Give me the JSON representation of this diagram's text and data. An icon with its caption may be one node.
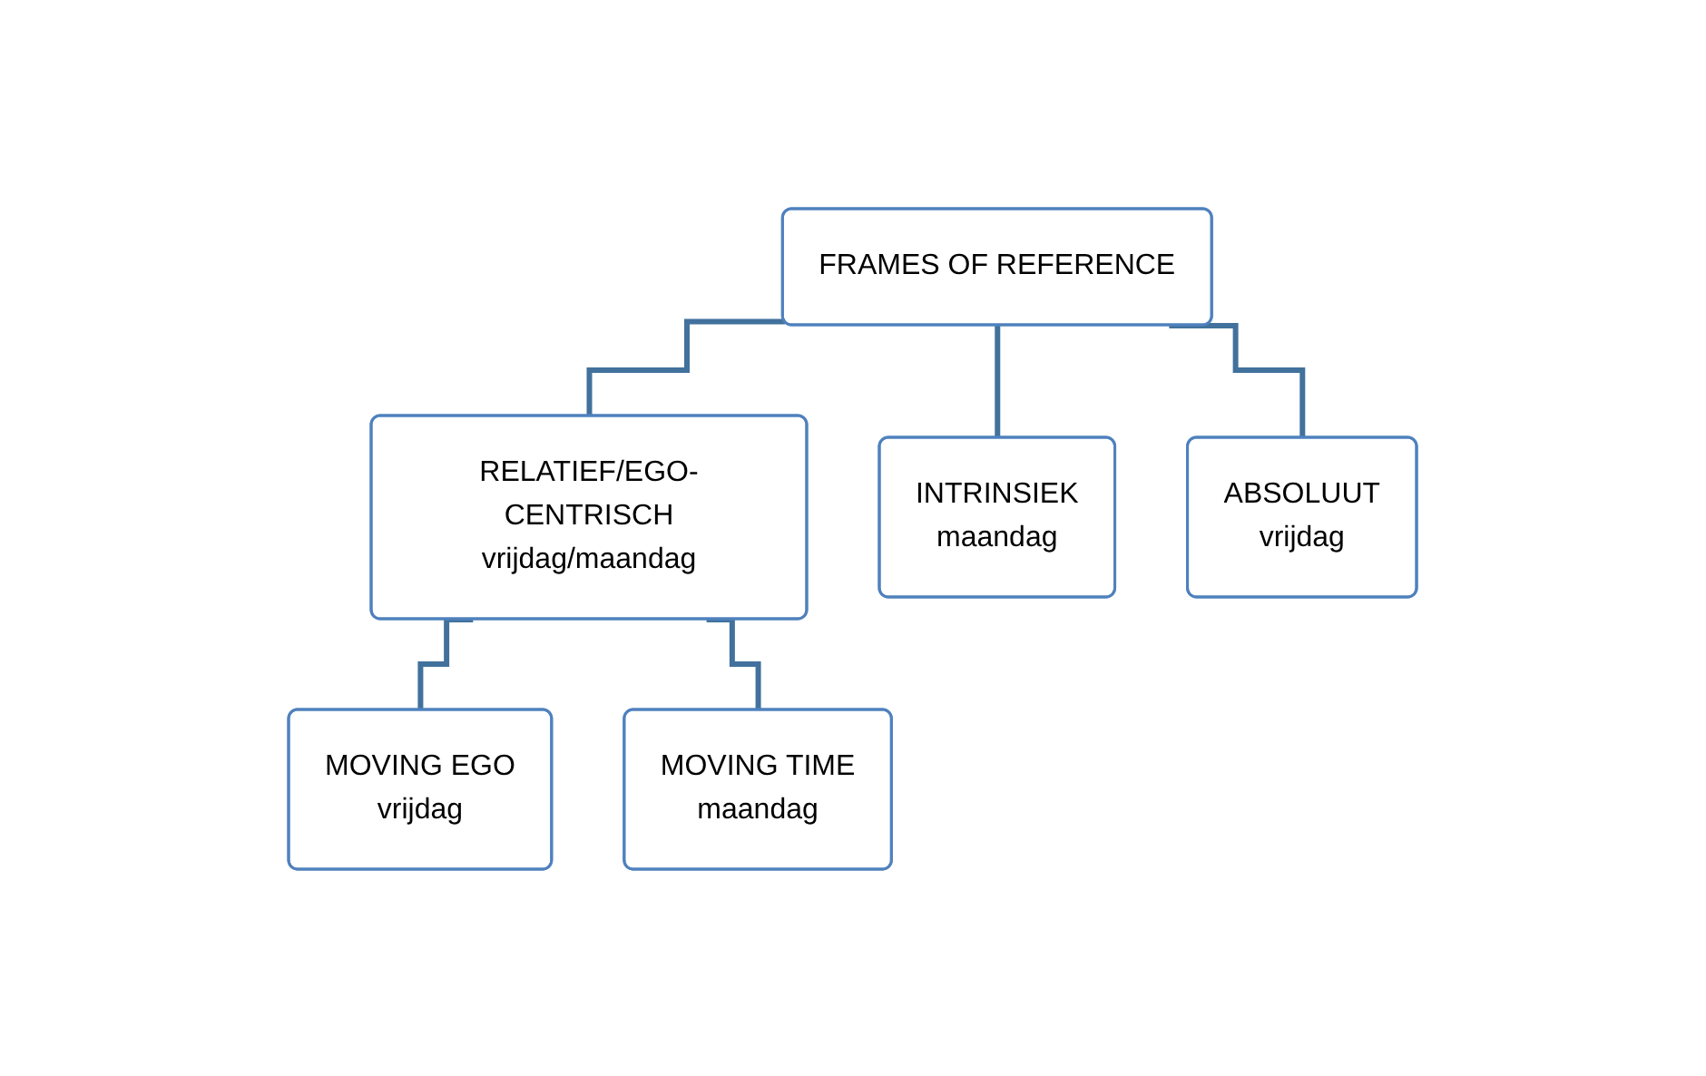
{
  "diagram": {
    "nodes": [
      {
        "text": [
          "FRAMES OF REFERENCE"
        ]
      },
      {
        "text": [
          "RELATIEF/EGO-CENTRISCH",
          "vrijdag/maandag"
        ]
      },
      {
        "text": [
          "INTRINSIEK",
          "maandag"
        ]
      },
      {
        "text": [
          "ABSOLUUT",
          "vrijdag"
        ]
      },
      {
        "text": [
          "MOVING EGO",
          "vrijdag"
        ]
      },
      {
        "text": [
          "MOVING TIME",
          "maandag"
        ]
      }
    ],
    "edges": [
      {
        "from": 0,
        "to": 1,
        "arrow": "none"
      },
      {
        "from": 0,
        "to": 2,
        "arrow": "none"
      },
      {
        "from": 0,
        "to": 3,
        "arrow": "none"
      },
      {
        "from": 1,
        "to": 4,
        "arrow": "none"
      },
      {
        "from": 1,
        "to": 5,
        "arrow": "none"
      }
    ]
  }
}
